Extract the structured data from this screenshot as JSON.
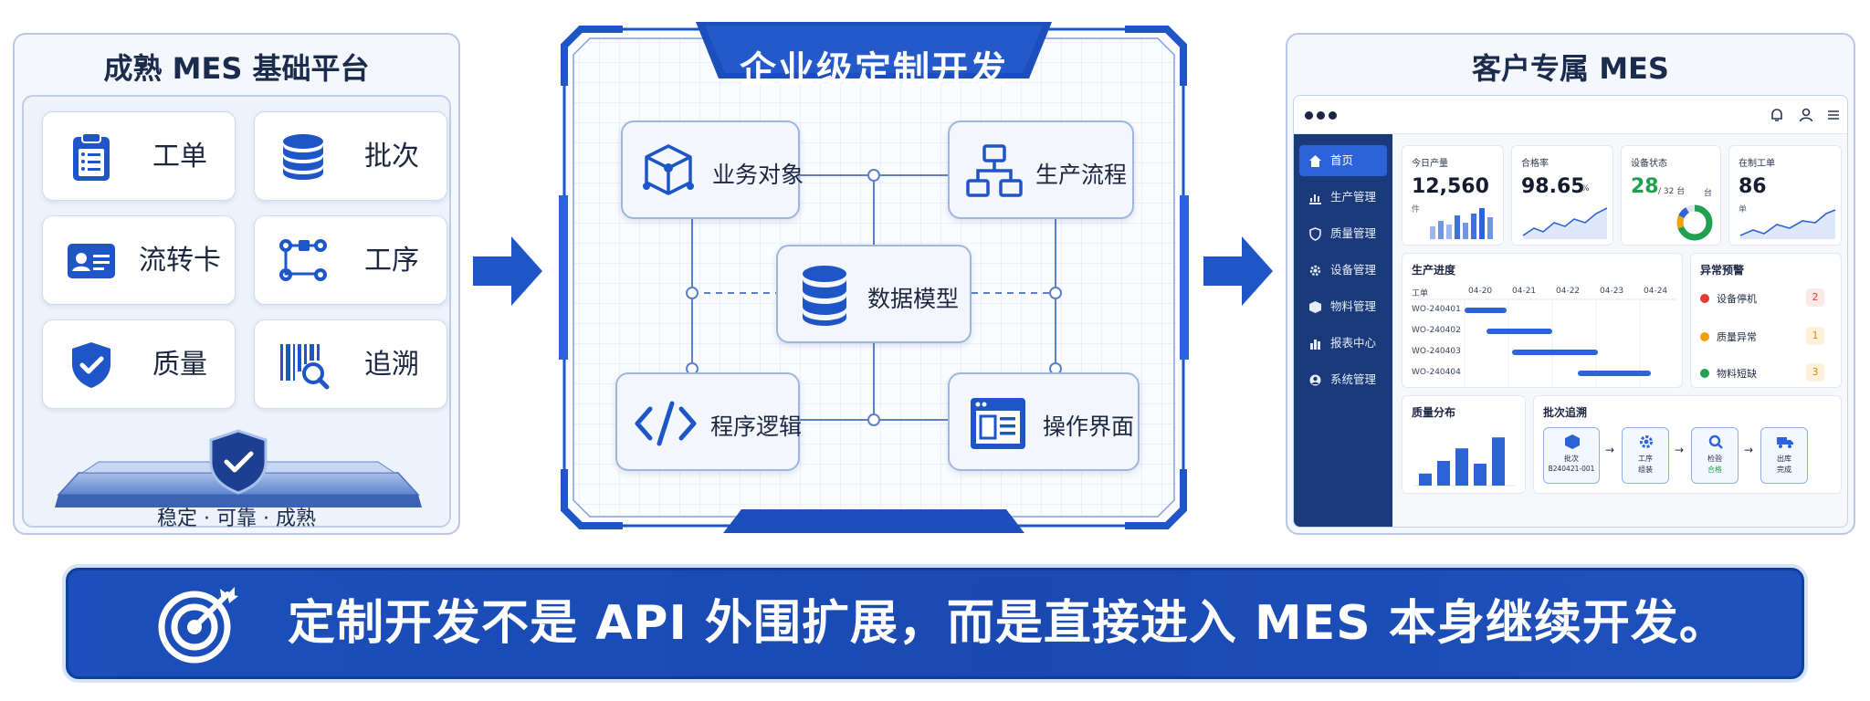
{
  "panel_base": {
    "title": "成熟 MES 基础平台",
    "modules": [
      {
        "label": "工单",
        "icon": "clipboard-icon"
      },
      {
        "label": "批次",
        "icon": "database-icon"
      },
      {
        "label": "流转卡",
        "icon": "id-card-icon"
      },
      {
        "label": "工序",
        "icon": "process-flow-icon"
      },
      {
        "label": "质量",
        "icon": "shield-check-icon"
      },
      {
        "label": "追溯",
        "icon": "barcode-search-icon"
      }
    ],
    "motto": "稳定 · 可靠 · 成熟"
  },
  "panel_custom": {
    "title": "企业级定制开发",
    "center": "数据模型",
    "nodes": {
      "top_left": "业务对象",
      "top_right": "生产流程",
      "bottom_left": "程序逻辑",
      "bottom_right": "操作界面"
    }
  },
  "panel_client": {
    "title": "客户专属 MES",
    "sidebar": [
      "首页",
      "生产管理",
      "质量管理",
      "设备管理",
      "物料管理",
      "报表中心",
      "系统管理"
    ],
    "kpis": [
      {
        "label": "今日产量",
        "value": "12,560",
        "unit": "件"
      },
      {
        "label": "合格率",
        "value": "98.65",
        "unit": "%"
      },
      {
        "label": "设备状态",
        "value": "28",
        "unit_total": "/ 32 台",
        "unit2": "台"
      },
      {
        "label": "在制工单",
        "value": "86",
        "unit": "单"
      }
    ],
    "progress": {
      "title": "生产进度",
      "col_header": "工单",
      "dates": [
        "04-20",
        "04-21",
        "04-22",
        "04-23",
        "04-24"
      ],
      "orders": [
        "WO-240401",
        "WO-240402",
        "WO-240403",
        "WO-240404"
      ]
    },
    "alerts": {
      "title": "异常预警",
      "items": [
        {
          "label": "设备停机",
          "count": "2",
          "color": "#e53935"
        },
        {
          "label": "质量异常",
          "count": "1",
          "color": "#f59e0b"
        },
        {
          "label": "物料短缺",
          "count": "3",
          "color": "#22a052"
        }
      ]
    },
    "quality": {
      "title": "质量分布",
      "bars": [
        0.22,
        0.45,
        0.68,
        0.4,
        0.88
      ]
    },
    "trace": {
      "title": "批次追溯",
      "steps": [
        {
          "l1": "批次",
          "l2": "B240421-001"
        },
        {
          "l1": "工序",
          "l2": "组装"
        },
        {
          "l1": "检验",
          "l2": "合格"
        },
        {
          "l1": "出库",
          "l2": "完成"
        }
      ]
    }
  },
  "banner": {
    "text": "定制开发不是 API 外围扩展，而是直接进入 MES 本身继续开发。"
  },
  "colors": {
    "primary": "#1c4fbb",
    "accent": "#2d63d8",
    "dark": "#1a3a7a"
  }
}
